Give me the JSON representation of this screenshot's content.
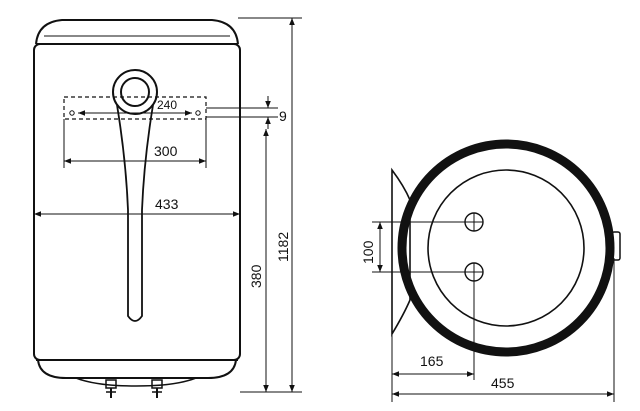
{
  "front_view": {
    "dim_bracket_spacing": "240",
    "dim_top_offset": "9",
    "dim_mount_width": "300",
    "dim_body_width": "433",
    "dim_mount_height": "380",
    "dim_total_height": "1182"
  },
  "side_view": {
    "dim_pipe_spacing": "100",
    "dim_pipe_depth": "165",
    "dim_total_depth": "455"
  },
  "colors": {
    "line": "#111111",
    "background": "#ffffff"
  }
}
